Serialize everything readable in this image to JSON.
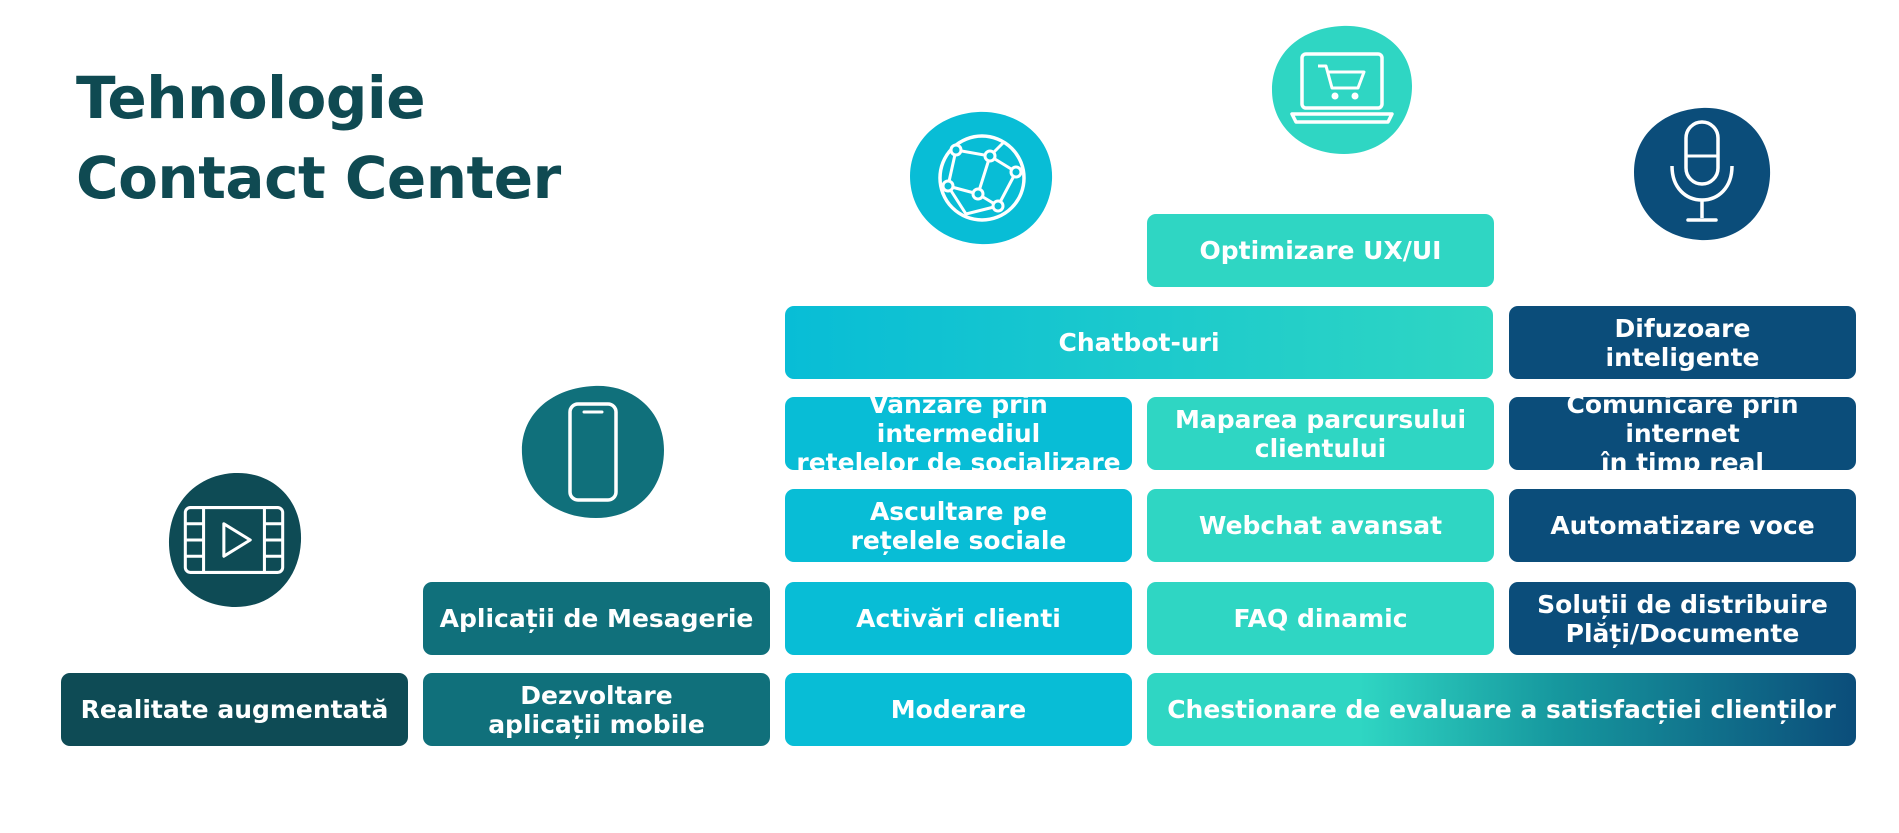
{
  "title": {
    "line1": "Tehnologie",
    "line2": "Contact Center"
  },
  "colors": {
    "dark_teal": "#0e4b55",
    "teal": "#10707b",
    "cyan": "#08bdd6",
    "mint": "#2fd6c3",
    "navy": "#0b4d7a"
  },
  "icons": [
    "video-icon",
    "smartphone-icon",
    "globe-network-icon",
    "laptop-cart-icon",
    "microphone-icon"
  ],
  "boxes": {
    "realitate": "Realitate augmentată",
    "dezvoltare_1": "Dezvoltare",
    "dezvoltare_2": "aplicații mobile",
    "mesagerie": "Aplicații de Mesagerie",
    "moderare": "Moderare",
    "activari": "Activări clienti",
    "ascultare_1": "Ascultare pe",
    "ascultare_2": "rețelele sociale",
    "vanzare_1": "Vânzare prin intermediul",
    "vanzare_2": "rețelelor de socializare",
    "chatbot": "Chatbot-uri",
    "optimizare": "Optimizare UX/UI",
    "maparea_1": "Maparea parcursului",
    "maparea_2": "clientului",
    "webchat": "Webchat avansat",
    "faq": "FAQ dinamic",
    "chestionare": "Chestionare de evaluare a satisfacției clienților",
    "difuzoare_1": "Difuzoare",
    "difuzoare_2": "inteligente",
    "comunicare_1": "Comunicare prin internet",
    "comunicare_2": "în timp real",
    "automatizare": "Automatizare voce",
    "solutii_1": "Soluții de distribuire",
    "solutii_2": "Plăți/Documente"
  }
}
